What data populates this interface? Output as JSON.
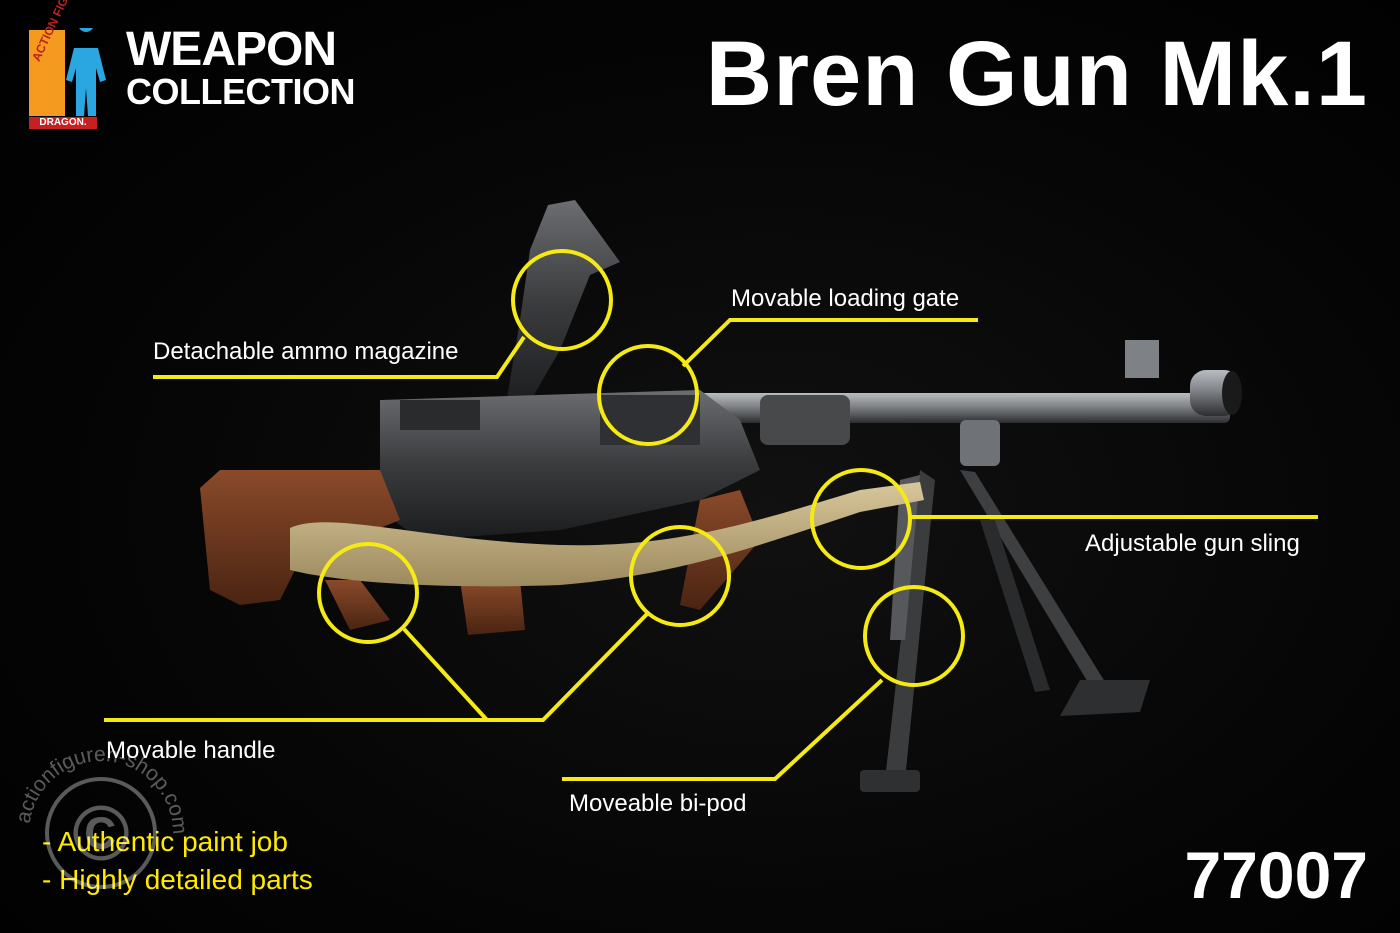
{
  "header": {
    "title": "Bren Gun Mk.1",
    "logo": {
      "line1": "WEAPON",
      "line2": "COLLECTION",
      "badge_text": "ACTION FIGURE",
      "brand": "DRAGON."
    }
  },
  "callouts": {
    "magazine": "Detachable ammo magazine",
    "loading_gate": "Movable loading gate",
    "gun_sling": "Adjustable gun sling",
    "handle": "Movable handle",
    "bipod": "Moveable bi-pod"
  },
  "features": [
    "- Authentic paint job",
    "- Highly detailed parts"
  ],
  "product_number": "77007",
  "watermark": "actionfiguren-shop.com",
  "colors": {
    "callout": "#f5ea14",
    "background": "#000000",
    "title": "#ffffff",
    "features": "#ffea00"
  }
}
